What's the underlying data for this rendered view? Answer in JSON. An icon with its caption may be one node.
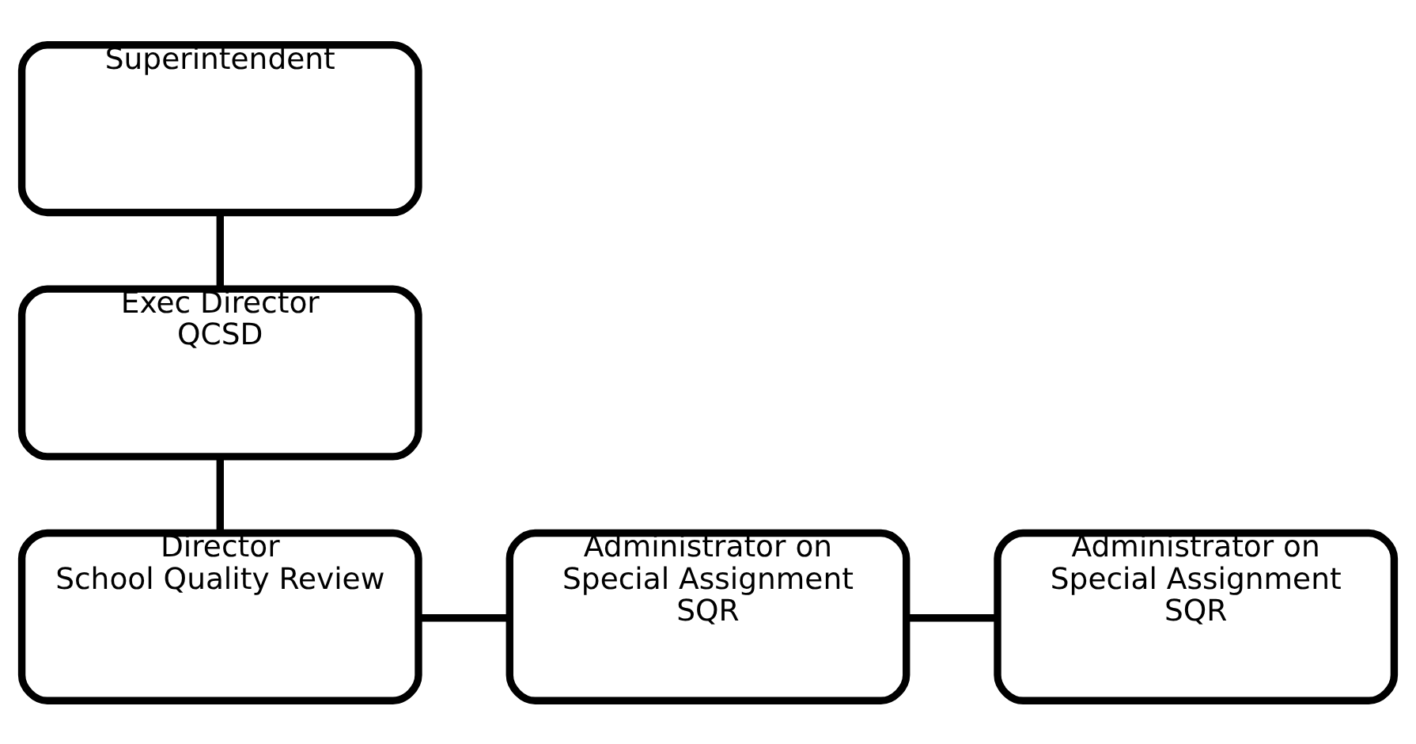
{
  "diagram": {
    "nodes": [
      {
        "text": [
          "Superintendent"
        ]
      },
      {
        "text": [
          "Exec Director",
          "QCSD"
        ]
      },
      {
        "text": [
          "Director",
          "School Quality Review"
        ]
      },
      {
        "text": [
          "Administrator on Special Assignment",
          "SQR"
        ]
      },
      {
        "text": [
          "Administrator on Special Assignment",
          "SQR"
        ]
      }
    ],
    "edges": [
      {
        "from": 0,
        "to": 1,
        "arrow": "none"
      },
      {
        "from": 1,
        "to": 2,
        "arrow": "none"
      },
      {
        "from": 2,
        "to": 3,
        "arrow": "none"
      },
      {
        "from": 3,
        "to": 4,
        "arrow": "none"
      }
    ]
  }
}
